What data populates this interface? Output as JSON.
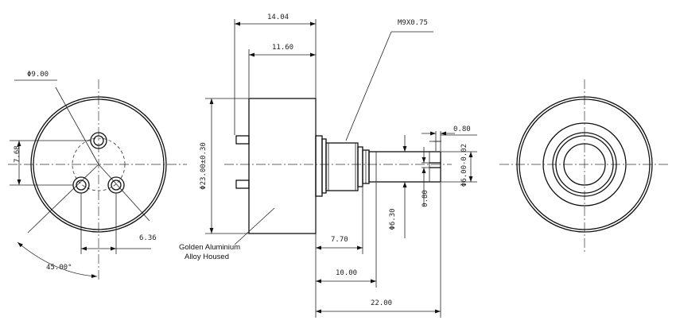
{
  "dimensions": {
    "phi9": "Φ9.00",
    "d768": "7.68",
    "d636": "6.36",
    "a45": "45.00°",
    "d1404": "14.04",
    "d1160": "11.60",
    "m9": "M9X0.75",
    "phi23": "Φ23.00±0.30",
    "d770": "7.70",
    "d1000": "10.00",
    "d2200": "22.00",
    "phi630": "Φ6.30",
    "d080a": "0.80",
    "d080b": "0.80",
    "phi600": "Φ6.00-0.02"
  },
  "notes": {
    "housing_line1": "Golden Aluminium",
    "housing_line2": "Alloy Housed"
  }
}
